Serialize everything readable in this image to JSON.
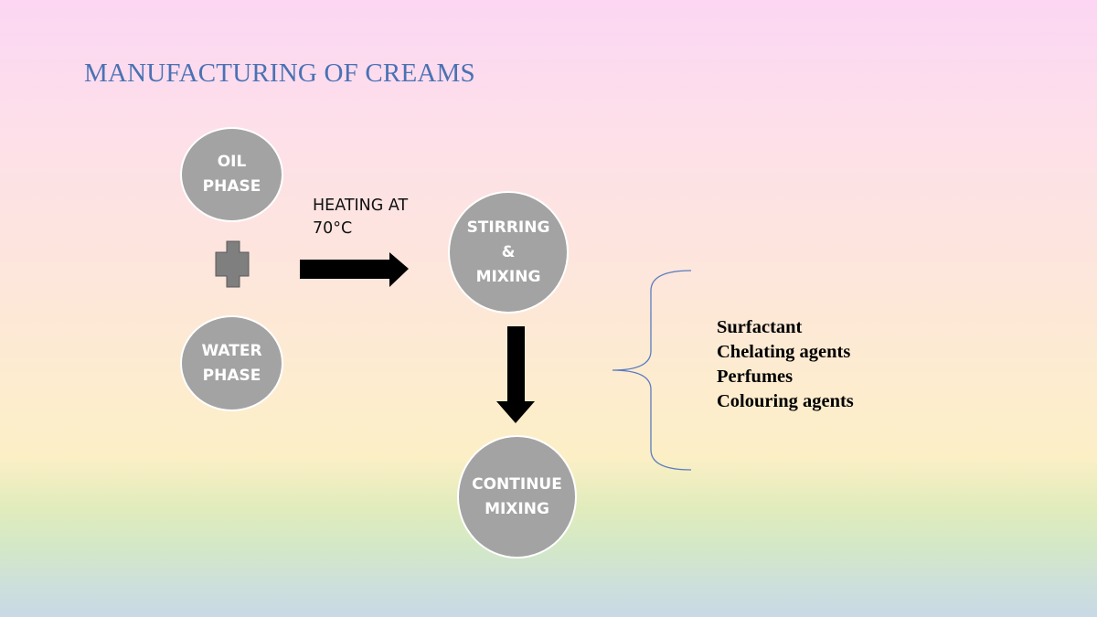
{
  "slide": {
    "title": "MANUFACTURING OF CREAMS"
  },
  "diagram": {
    "nodes": {
      "oil_phase": "OIL\nPHASE",
      "water_phase": "WATER\nPHASE",
      "stirring_mixing": "STIRRING\n&\nMIXING",
      "continue_mixing": "CONTINUE\nMIXING"
    },
    "heating_label": "HEATING AT\n70°C",
    "additives": [
      "Surfactant",
      "Chelating agents",
      "Perfumes",
      "Colouring agents"
    ],
    "colors": {
      "node_fill": "#a3a3a3",
      "node_border": "#ffffff",
      "plus_fill": "#7f7f7f",
      "arrow": "#000000",
      "brace": "#5b7cbf",
      "title": "#4a72b4"
    },
    "icons": [
      "plus-icon",
      "right-arrow-icon",
      "down-arrow-icon",
      "curly-brace-icon"
    ]
  }
}
